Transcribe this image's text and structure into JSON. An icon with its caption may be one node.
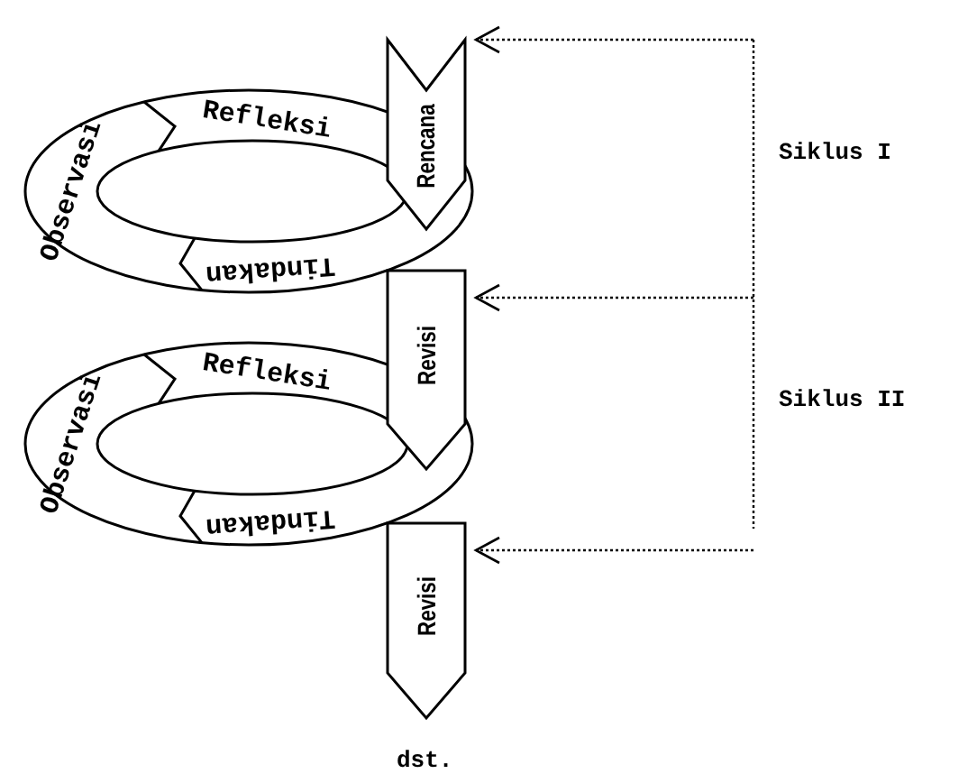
{
  "diagram": {
    "nodes": [
      {
        "text": [
          "Rencana"
        ]
      },
      {
        "text": [
          "Tindakan"
        ]
      },
      {
        "text": [
          "Observasi"
        ]
      },
      {
        "text": [
          "Refleksi"
        ]
      },
      {
        "text": [
          "Revisi"
        ]
      },
      {
        "text": [
          "Tindakan"
        ]
      },
      {
        "text": [
          "Observasi"
        ]
      },
      {
        "text": [
          "Refleksi"
        ]
      },
      {
        "text": [
          "Revisi"
        ]
      }
    ],
    "edges": [
      {
        "from": null,
        "to": 0,
        "arrow": "to",
        "style": "dashed"
      },
      {
        "from": null,
        "to": 4,
        "arrow": "to",
        "style": "dashed"
      },
      {
        "from": null,
        "to": 8,
        "arrow": "to",
        "style": "dashed"
      }
    ],
    "labels": [
      "Siklus I",
      "Siklus II",
      "dst."
    ]
  }
}
